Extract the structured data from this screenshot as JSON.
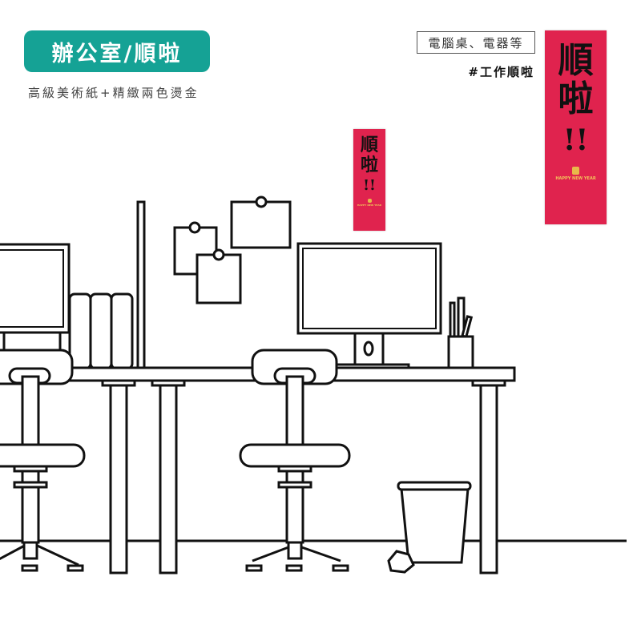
{
  "title_badge": "辦公室/順啦",
  "subtitle": "高級美術紙+精緻兩色燙金",
  "usage_label": "電腦桌、電器等",
  "hashtag": "#工作順啦",
  "banner": {
    "char1": "順",
    "char2": "啦",
    "exclaim": "!!",
    "footer": "HAPPY NEW YEAR"
  },
  "colors": {
    "accent": "#15a295",
    "banner_red": "#e0234e",
    "gold": "#f2c45a"
  }
}
